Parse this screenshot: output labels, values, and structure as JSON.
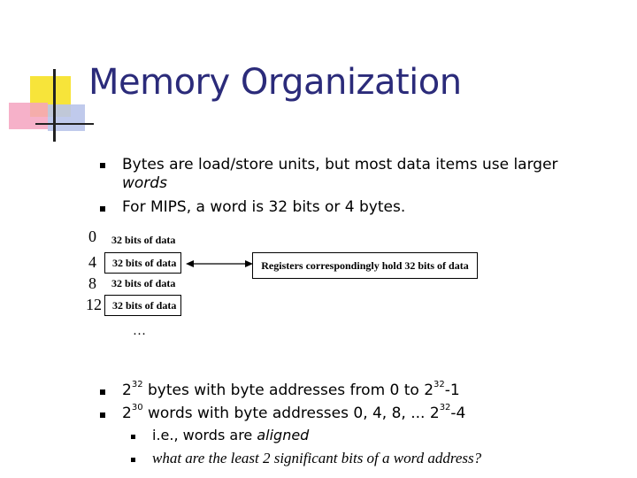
{
  "slide": {
    "title": "Memory Organization",
    "bullets_top": [
      {
        "text": "Bytes are load/store units, but most data items use larger",
        "text_cont": "words"
      },
      {
        "text": "For MIPS, a word is 32 bits or 4 bytes."
      }
    ],
    "memory": {
      "addresses": [
        "0",
        "4",
        "8",
        "12"
      ],
      "cells": [
        "32 bits of data",
        "32 bits of data",
        "32 bits of data",
        "32 bits of data"
      ],
      "ellipsis": "…",
      "register_note": "Registers correspondingly hold 32 bits of data"
    },
    "bullets_bottom": [
      {
        "base1": "2",
        "exp1": "32",
        "mid": " bytes with byte addresses from 0 to 2",
        "exp2": "32",
        "end": "-1"
      },
      {
        "base1": "2",
        "exp1": "30",
        "mid": " words with byte addresses 0, 4, 8, ... 2",
        "exp2": "32",
        "end": "-4"
      }
    ],
    "sub_bullets": [
      {
        "prefix": "i.e., words are ",
        "italic": "aligned"
      },
      {
        "text": "what are the least 2 significant bits of a word address?"
      }
    ]
  }
}
